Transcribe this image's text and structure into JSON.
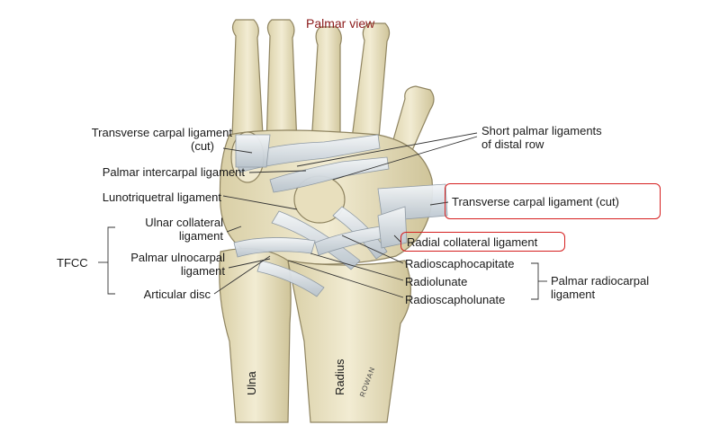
{
  "title": "Palmar view",
  "labels": {
    "transverse_left_line1": "Transverse carpal ligament",
    "transverse_left_line2": "(cut)",
    "palmar_intercarpal": "Palmar intercarpal ligament",
    "lunotriquetral": "Lunotriquetral ligament",
    "ulnar_collateral_line1": "Ulnar collateral",
    "ulnar_collateral_line2": "ligament",
    "tfcc": "TFCC",
    "palmar_ulnocarpal_line1": "Palmar ulnocarpal",
    "palmar_ulnocarpal_line2": "ligament",
    "articular_disc": "Articular disc",
    "short_palmar_line1": "Short palmar ligaments",
    "short_palmar_line2": "of distal row",
    "transverse_right": "Transverse carpal ligament (cut)",
    "radial_collateral": "Radial collateral ligament",
    "radioscaphocapitate": "Radioscaphocapitate",
    "radiolunate": "Radiolunate",
    "radioscapholunate": "Radioscapholunate",
    "palmar_radiocarpal_line1": "Palmar radiocarpal",
    "palmar_radiocarpal_line2": "ligament",
    "ulna": "Ulna",
    "radius": "Radius"
  },
  "signature": "ROWAN",
  "colors": {
    "bone": "#ede6c8",
    "bone_shadow": "#c9bf95",
    "ligament": "#e9eef3",
    "ligament_shadow": "#a9b4bf",
    "highlight_box": "#d62020",
    "title": "#8b1a1a"
  }
}
